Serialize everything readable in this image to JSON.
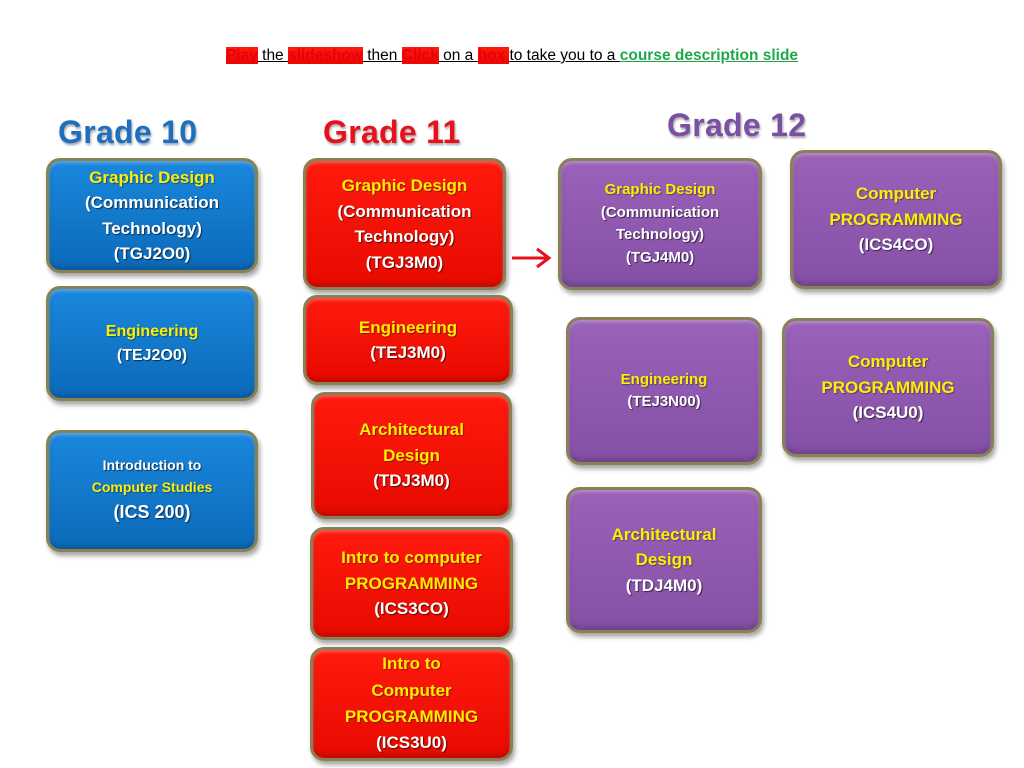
{
  "instruction": {
    "w1": "Play",
    "w2": " the ",
    "w3": "slideshow",
    "w4": " then  ",
    "w5": "Click",
    "w6": " on a ",
    "w7": "box ",
    "w8": "to take you to a ",
    "w9": "course description slide"
  },
  "grades": {
    "g10": "Grade 10",
    "g11": "Grade 11",
    "g12": "Grade 12"
  },
  "grade10": {
    "gd": {
      "l1": "Graphic Design",
      "l2": "(Communication",
      "l3": "Technology)",
      "l4": "(TGJ2O0)"
    },
    "eng": {
      "l1": "Engineering",
      "l2": "(TEJ2O0)"
    },
    "ics": {
      "l1": "Introduction to",
      "l2": "Computer Studies",
      "l3": " (ICS 200)"
    }
  },
  "grade11": {
    "gd": {
      "l1": "Graphic Design",
      "l2": "(Communication",
      "l3": "Technology)",
      "l4": "(TGJ3M0)"
    },
    "eng": {
      "l1": "Engineering",
      "l2": "(TEJ3M0)"
    },
    "arch": {
      "l1": "Architectural",
      "l2": "Design",
      "l3": "(TDJ3M0)"
    },
    "ics3c": {
      "l1": "Intro to computer",
      "l2": "PROGRAMMING",
      "l3": "(ICS3CO)"
    },
    "ics3u": {
      "l1": "Intro to",
      "l2": "Computer",
      "l3": "PROGRAMMING",
      "l4": "(ICS3U0)"
    }
  },
  "grade12": {
    "gd": {
      "l1": "Graphic Design",
      "l2": "(Communication",
      "l3": "Technology)",
      "l4": "(TGJ4M0)"
    },
    "eng": {
      "l1": "Engineering",
      "l2": "(TEJ3N00)"
    },
    "arch": {
      "l1": "Architectural",
      "l2": "Design",
      "l3": "(TDJ4M0)"
    },
    "ics4c": {
      "l1": "Computer",
      "l2": "PROGRAMMING",
      "l3": "(ICS4CO)"
    },
    "ics4u": {
      "l1": "Computer",
      "l2": "PROGRAMMING",
      "l3": "(ICS4U0)"
    }
  },
  "colors": {
    "grade10": "#1f6fc0",
    "grade11": "#e8101a",
    "grade12": "#7b4fa4",
    "highlight": "#ffee00",
    "box_border": "#8a8056"
  },
  "icons": {
    "arrow": "right-arrow-icon"
  }
}
